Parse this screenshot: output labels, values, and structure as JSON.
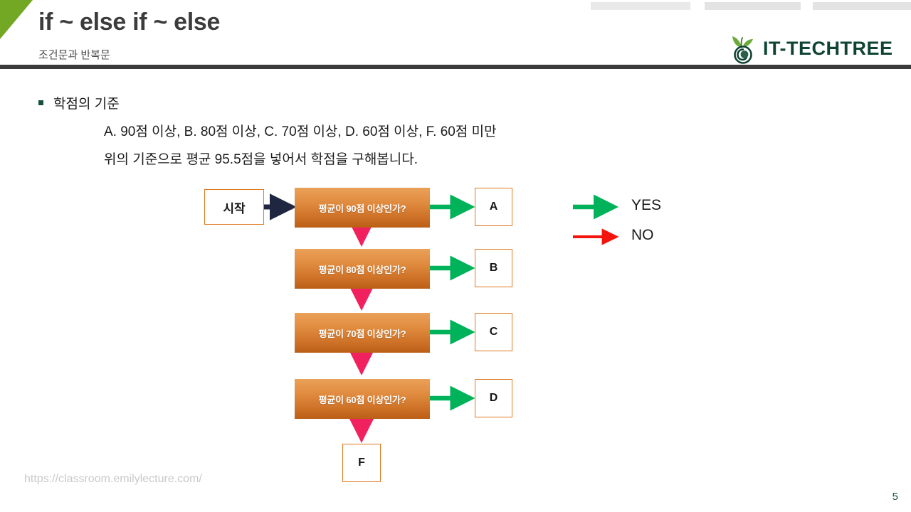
{
  "header": {
    "title": "if ~ else if ~ else",
    "subtitle": "조건문과 반복문",
    "logo_text": "IT-TECHTREE",
    "logo_icon": "sprout-spiral-icon",
    "accent_green": "#73a824",
    "rule_color": "#3b3b3b",
    "logo_color": "#0f4434"
  },
  "content": {
    "bullet": "학점의 기준",
    "line1": "A. 90점 이상, B. 80점 이상, C. 70점 이상, D. 60점 이상, F. 60점 미만",
    "line2": "위의 기준으로 평균 95.5점을 넣어서 학점을 구해봅니다."
  },
  "flowchart": {
    "start": "시작",
    "decisions": [
      "평균이 90점 이상인가?",
      "평균이 80점 이상인가?",
      "평균이 70점 이상인가?",
      "평균이 60점 이상인가?"
    ],
    "results": [
      "A",
      "B",
      "C",
      "D"
    ],
    "final_result": "F",
    "colors": {
      "decision_top": "#eaa158",
      "decision_bottom": "#bb5f17",
      "box_border": "#e0781f",
      "yes_arrow": "#00b25a",
      "no_arrow": "#f0215e",
      "start_arrow": "#1f2740"
    }
  },
  "legend": {
    "yes_label": "YES",
    "no_label": "NO",
    "yes_color": "#00b25a",
    "no_color": "#f2140d"
  },
  "footer": {
    "url": "https://classroom.emilylecture.com/",
    "page_number": "5"
  }
}
